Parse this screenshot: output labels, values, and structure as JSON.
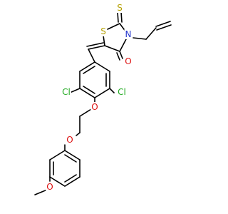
{
  "molecule": {
    "colors": {
      "bond": "#000000",
      "S": "#b5a000",
      "N": "#2233cc",
      "O": "#dd1111",
      "Cl": "#22aa22",
      "background": "#ffffff"
    },
    "atom_labels": {
      "S_ring": "S",
      "S_thione": "S",
      "N_ring": "N",
      "O_carbonyl": "O",
      "Cl_left": "Cl",
      "Cl_right": "Cl",
      "O_ether_aryl": "O",
      "O_ether_phenoxy": "O",
      "O_methoxy": "O"
    }
  }
}
